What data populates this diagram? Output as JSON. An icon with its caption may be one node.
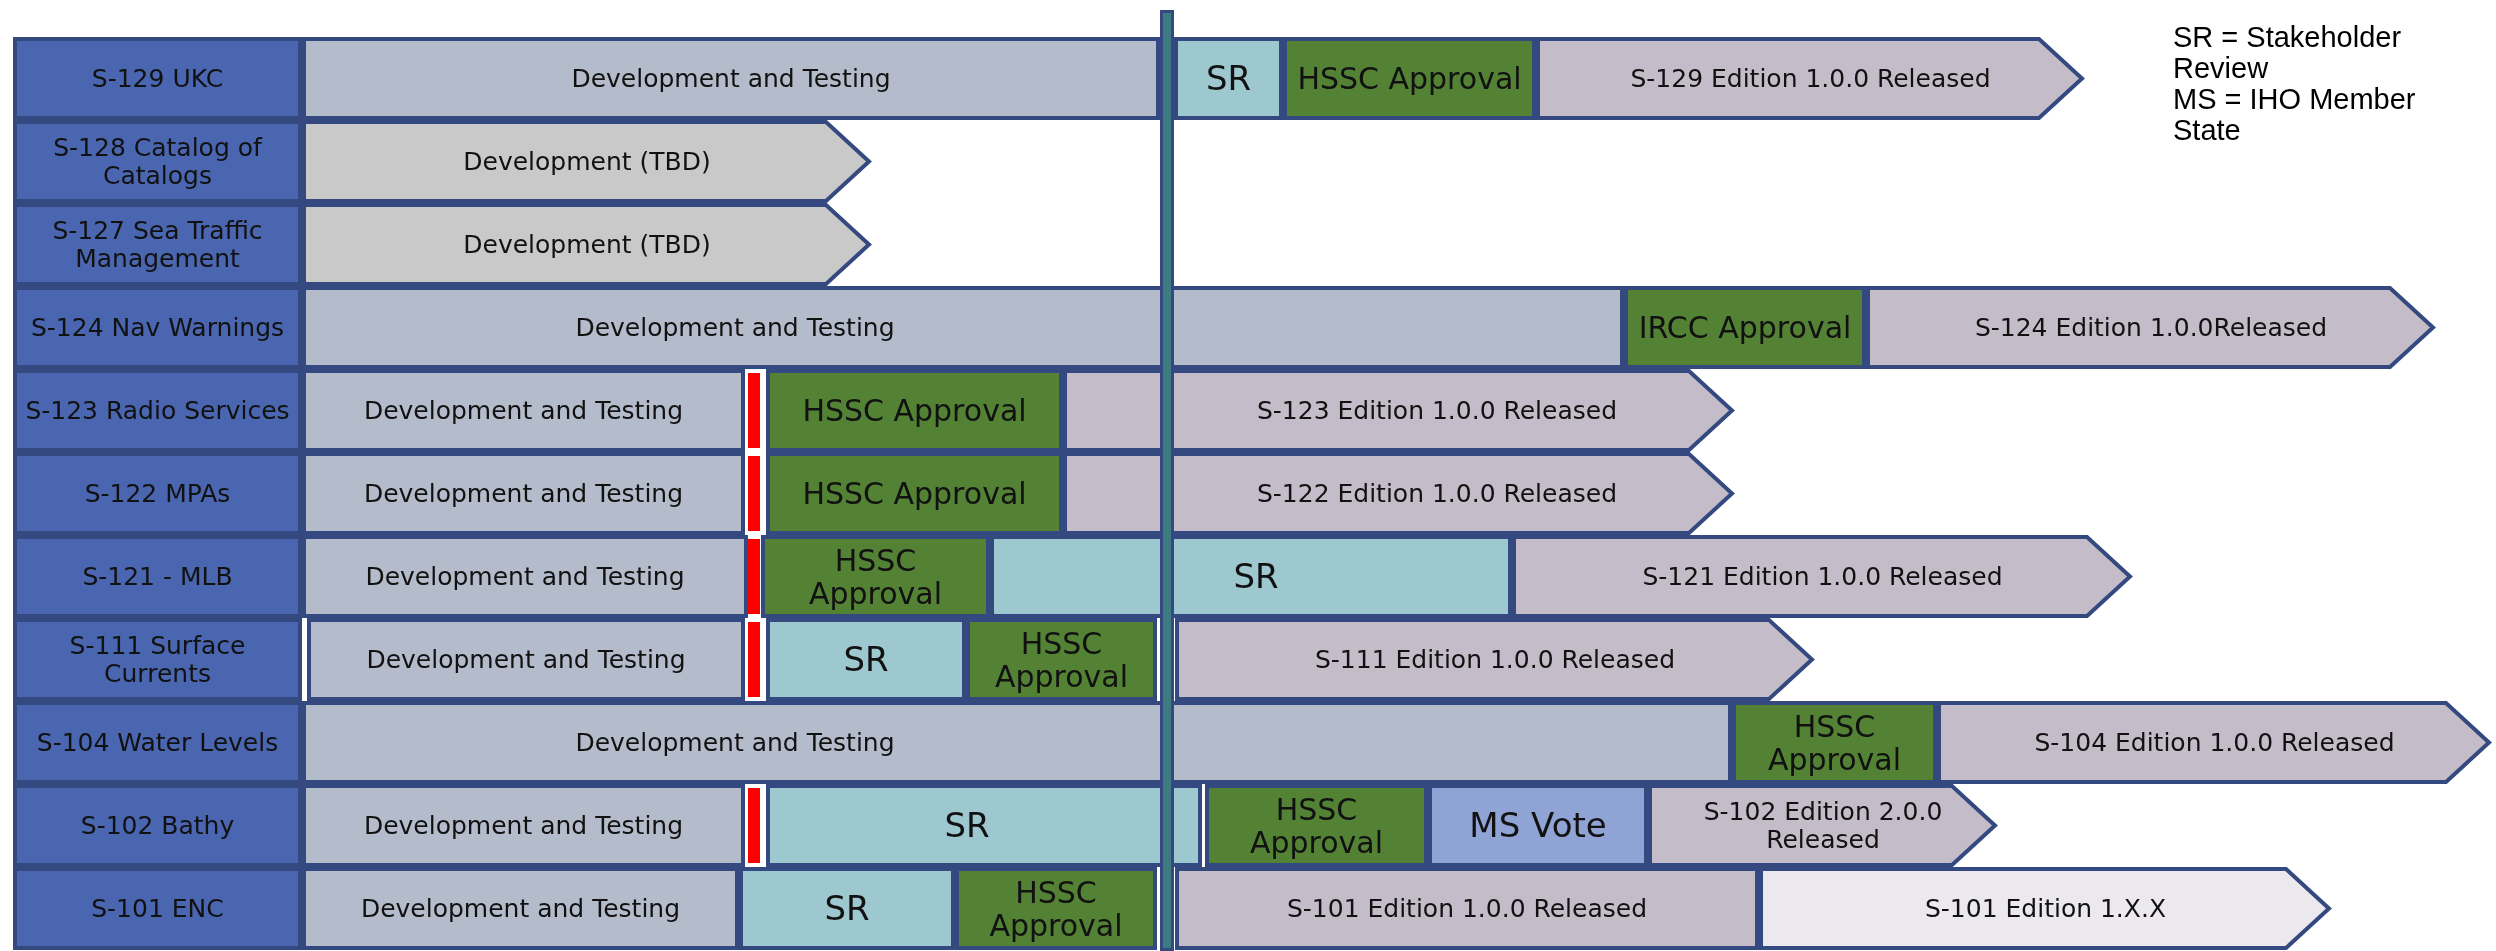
{
  "diagram": {
    "nodes": [
      {
        "text": [
          "S-129 UKC"
        ]
      },
      {
        "text": [
          "Development and Testing"
        ]
      },
      {
        "text": [
          "SR"
        ]
      },
      {
        "text": [
          "HSSC Approval"
        ]
      },
      {
        "text": [
          "S-129 Edition 1.0.0 Released"
        ]
      },
      {
        "text": [
          "S-128 Catalog of Catalogs"
        ]
      },
      {
        "text": [
          "Development (TBD)"
        ]
      },
      {
        "text": [
          "S-127 Sea Traffic Management"
        ]
      },
      {
        "text": [
          "Development (TBD)"
        ]
      },
      {
        "text": [
          "S-124 Nav Warnings"
        ]
      },
      {
        "text": [
          "Development and Testing"
        ]
      },
      {
        "text": [
          "IRCC Approval"
        ]
      },
      {
        "text": [
          "S-124 Edition 1.0.0Released"
        ]
      },
      {
        "text": [
          "S-123 Radio Services"
        ]
      },
      {
        "text": [
          "Development and Testing"
        ]
      },
      {
        "text": [
          "HSSC Approval"
        ]
      },
      {
        "text": [
          "S-123 Edition 1.0.0 Released"
        ]
      },
      {
        "text": [
          "S-122 MPAs"
        ]
      },
      {
        "text": [
          "Development and Testing"
        ]
      },
      {
        "text": [
          "HSSC Approval"
        ]
      },
      {
        "text": [
          "S-122 Edition 1.0.0 Released"
        ]
      },
      {
        "text": [
          "S-121 - MLB"
        ]
      },
      {
        "text": [
          "Development and Testing"
        ]
      },
      {
        "text": [
          "HSSC Approval"
        ]
      },
      {
        "text": [
          "SR"
        ]
      },
      {
        "text": [
          "S-121 Edition 1.0.0 Released"
        ]
      },
      {
        "text": [
          "S-111 Surface Currents"
        ]
      },
      {
        "text": [
          "Development and Testing"
        ]
      },
      {
        "text": [
          "SR"
        ]
      },
      {
        "text": [
          "HSSC Approval"
        ]
      },
      {
        "text": [
          "S-111 Edition 1.0.0 Released"
        ]
      },
      {
        "text": [
          "S-104 Water Levels"
        ]
      },
      {
        "text": [
          "Development and Testing"
        ]
      },
      {
        "text": [
          "HSSC Approval"
        ]
      },
      {
        "text": [
          "S-104 Edition 1.0.0 Released"
        ]
      },
      {
        "text": [
          "S-102 Bathy"
        ]
      },
      {
        "text": [
          "Development and Testing"
        ]
      },
      {
        "text": [
          "SR"
        ]
      },
      {
        "text": [
          "HSSC Approval"
        ]
      },
      {
        "text": [
          "MS Vote"
        ]
      },
      {
        "text": [
          "S-102 Edition 2.0.0 Released"
        ]
      },
      {
        "text": [
          "S-101 ENC"
        ]
      },
      {
        "text": [
          "Development and Testing"
        ]
      },
      {
        "text": [
          "SR"
        ]
      },
      {
        "text": [
          "HSSC Approval"
        ]
      },
      {
        "text": [
          "S-101 Edition 1.0.0 Released"
        ]
      },
      {
        "text": [
          "S-101 Edition 1.X.X"
        ]
      },
      {
        "text": [],
        "shape": "bar"
      },
      {
        "text": [],
        "shape": "bar"
      },
      {
        "text": [],
        "shape": "bar"
      },
      {
        "text": [],
        "shape": "bar"
      },
      {
        "text": [],
        "shape": "bar"
      },
      {
        "text": [],
        "shape": "bar"
      }
    ],
    "labels": [
      "SR = Stakeholder Review",
      "MS = IHO Member State"
    ]
  }
}
